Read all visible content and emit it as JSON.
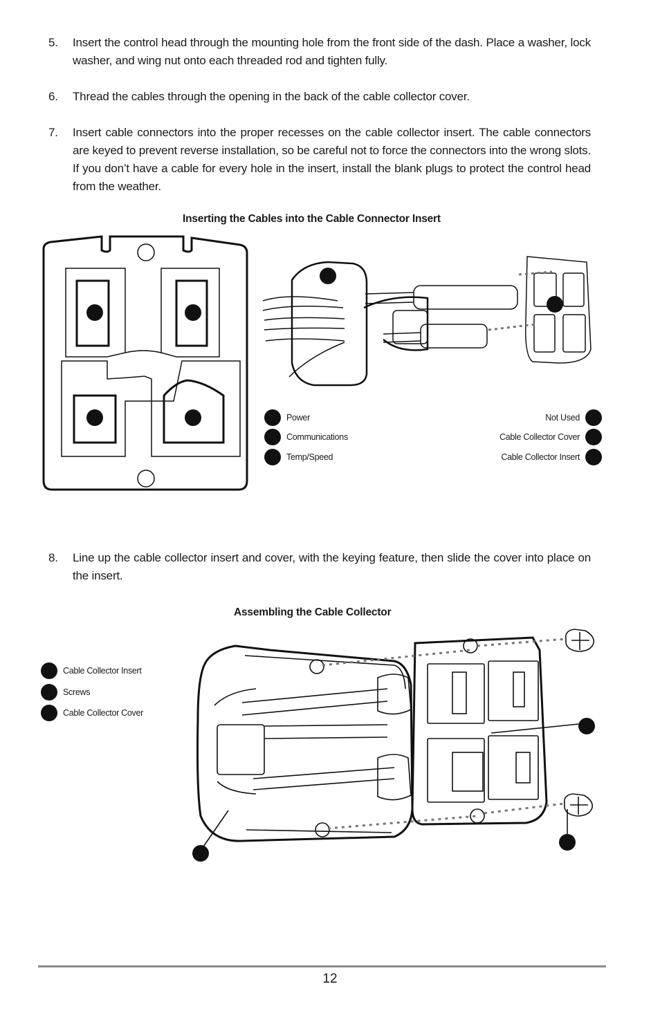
{
  "steps": [
    {
      "number": "5.",
      "text": "Insert the control head through the mounting hole from the front side of the dash. Place a washer, lock washer, and wing nut onto each threaded rod and tighten fully."
    },
    {
      "number": "6.",
      "text": "Thread the cables through the opening in the back of the cable collector cover."
    },
    {
      "number": "7.",
      "text": "Insert cable connectors into the proper recesses on the cable collector insert. The cable connectors are keyed to prevent reverse installation, so be careful not to force the connectors into the wrong slots. If you don’t have a cable for every hole in the insert, install the blank plugs to protect the control head from the weather."
    },
    {
      "number": "8.",
      "text": "Line up the cable collector insert and cover, with the keying feature, then slide the cover into place on the insert."
    }
  ],
  "figure1": {
    "title": "Inserting the Cables into the Cable Connector Insert",
    "legend_left": [
      "Power",
      "Communications",
      "Temp/Speed"
    ],
    "legend_right": [
      "Not Used",
      "Cable Collector Cover",
      "Cable Collector Insert"
    ]
  },
  "figure2": {
    "title": "Assembling the Cable Collector",
    "legend": [
      "Cable Collector Insert",
      "Screws",
      "Cable Collector Cover"
    ]
  },
  "page_number": "12"
}
